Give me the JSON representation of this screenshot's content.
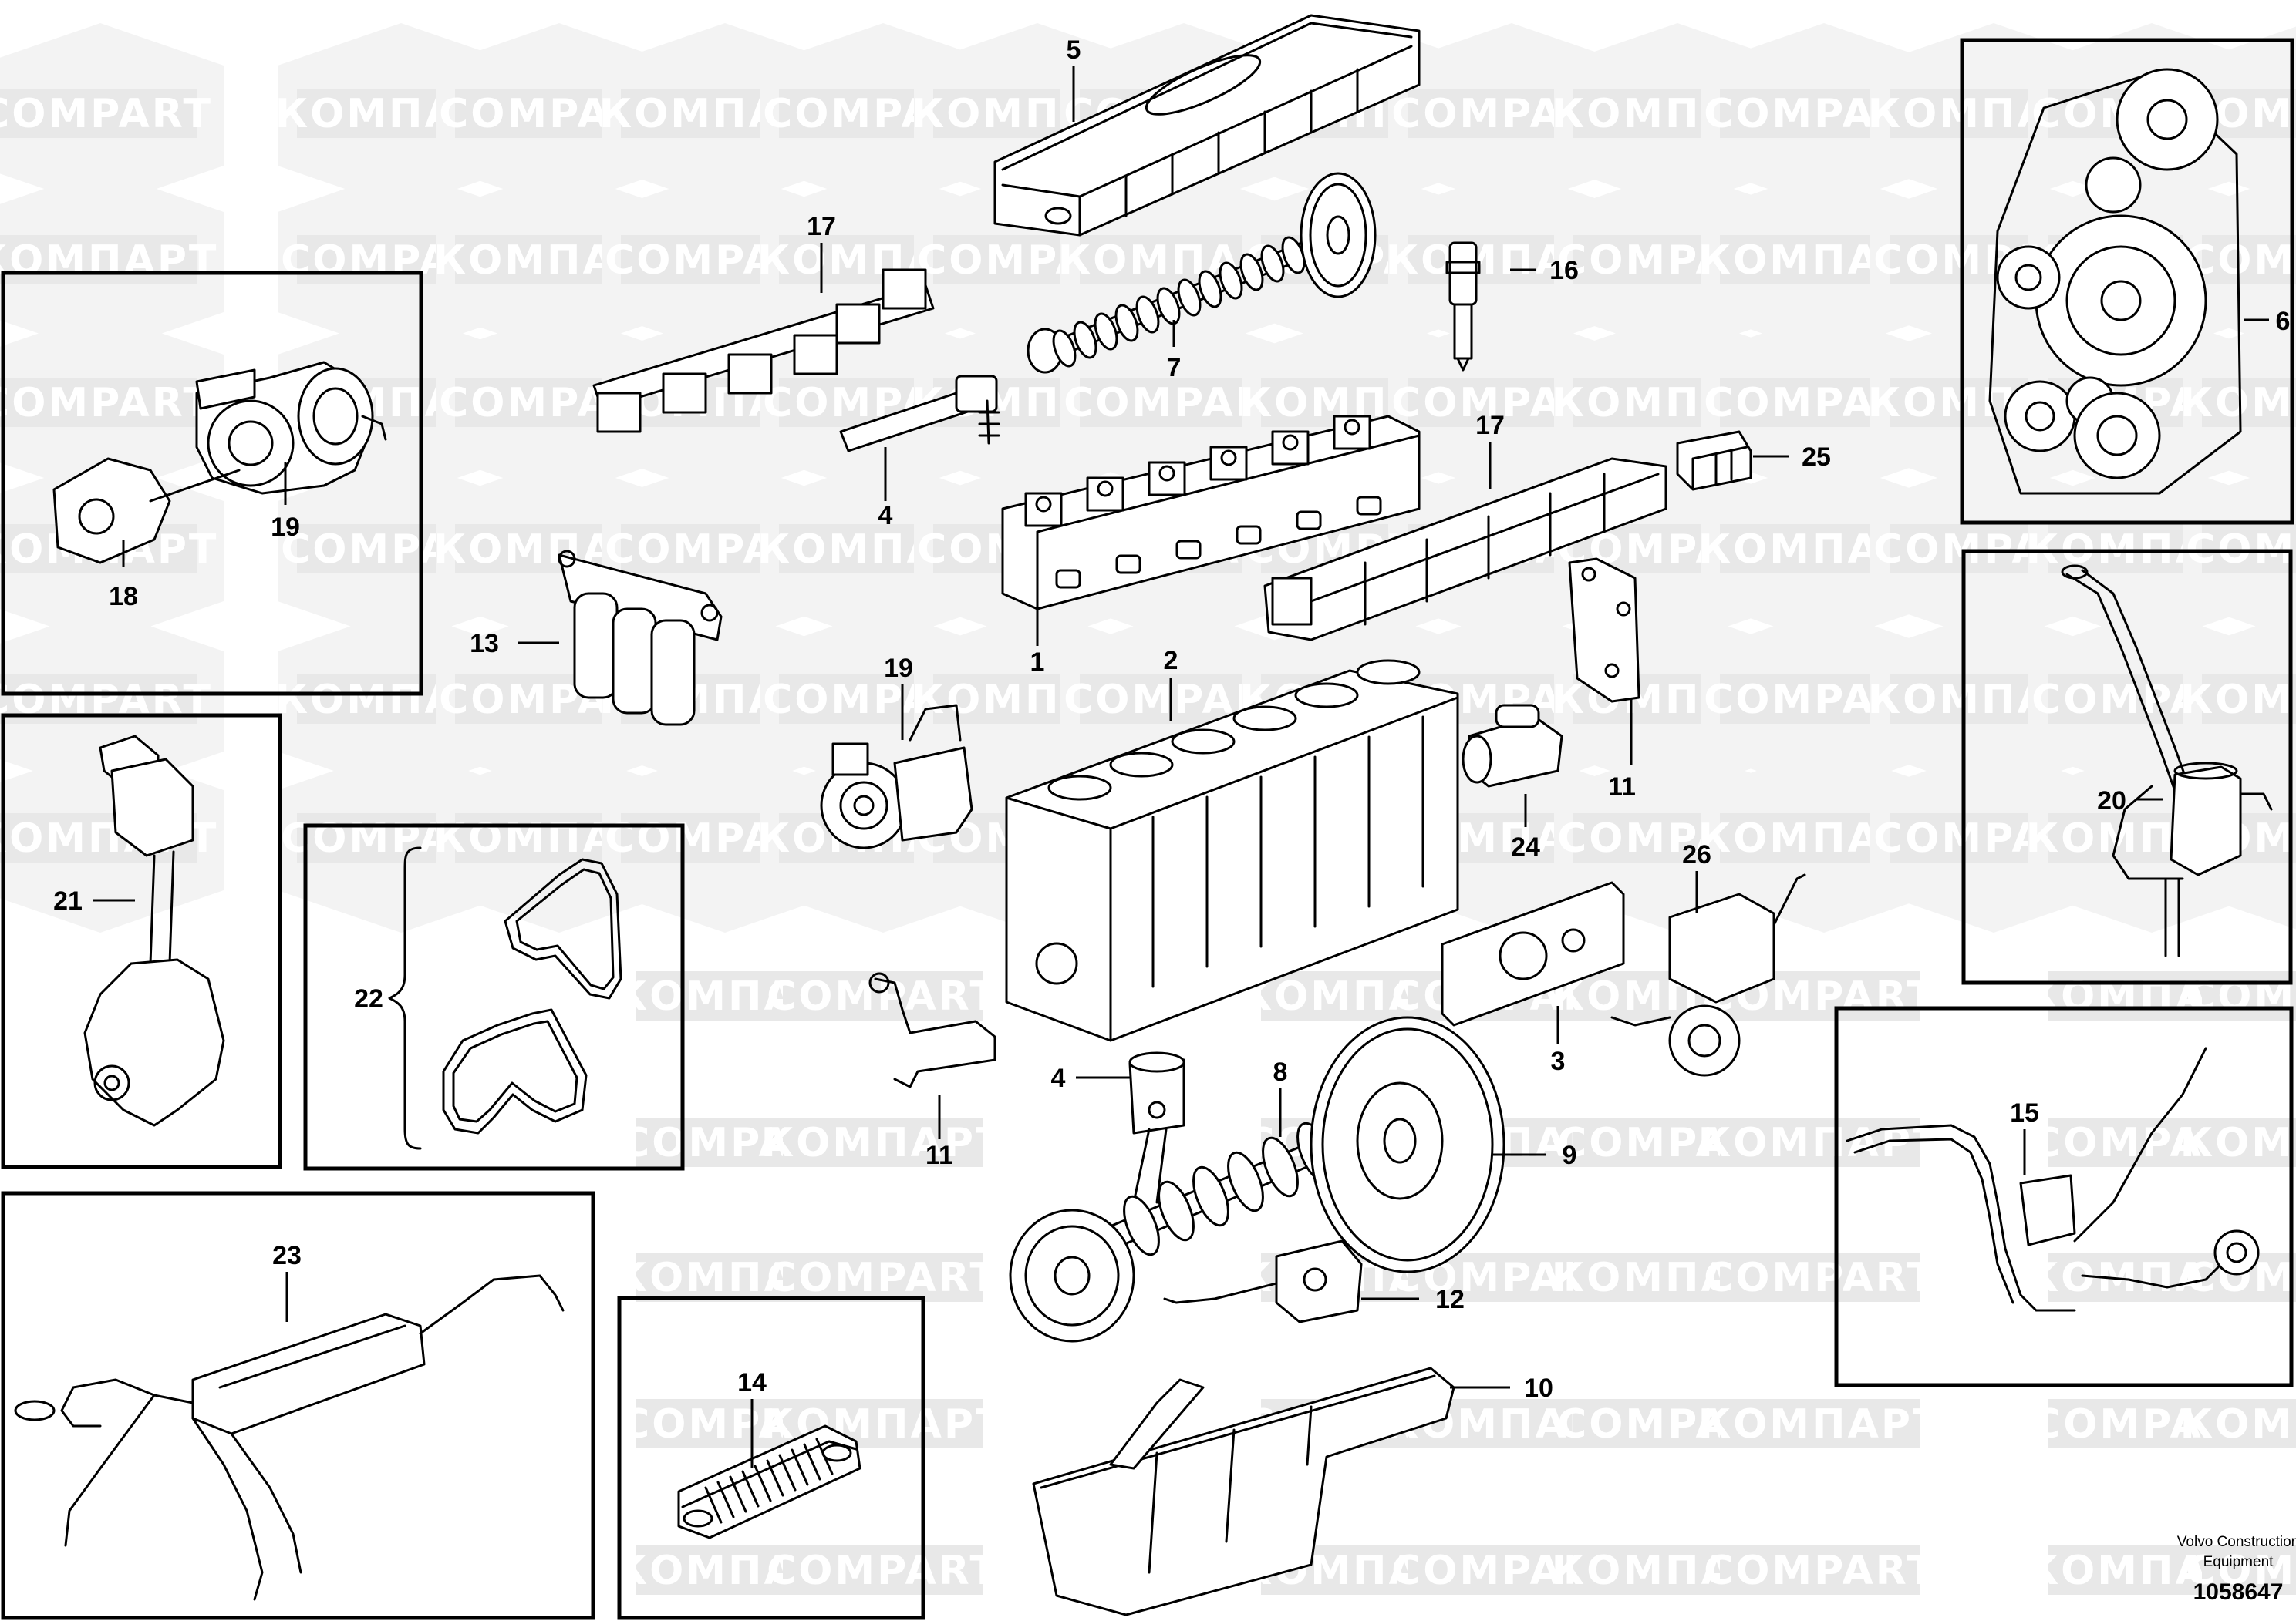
{
  "watermarks": {
    "latin": "COMPART",
    "cyrillic": "КОМПАРТ"
  },
  "callouts": {
    "c1": "1",
    "c2": "2",
    "c3": "3",
    "c4a": "4",
    "c4b": "4",
    "c5": "5",
    "c6": "6",
    "c7": "7",
    "c8": "8",
    "c9": "9",
    "c10": "10",
    "c11a": "11",
    "c11b": "11",
    "c12": "12",
    "c13": "13",
    "c14": "14",
    "c15": "15",
    "c16": "16",
    "c17a": "17",
    "c17b": "17",
    "c18": "18",
    "c19a": "19",
    "c19b": "19",
    "c20": "20",
    "c21": "21",
    "c22": "22",
    "c23": "23",
    "c24": "24",
    "c25": "25",
    "c26": "26"
  },
  "footer": {
    "brand_line1": "Volvo Construction",
    "brand_line2": "Equipment",
    "drawing_number": "1058647"
  },
  "colors": {
    "line": "#000000",
    "watermark_bar": "#e8e8e8",
    "watermark_hex": "#f3f3f3",
    "background": "#ffffff"
  }
}
